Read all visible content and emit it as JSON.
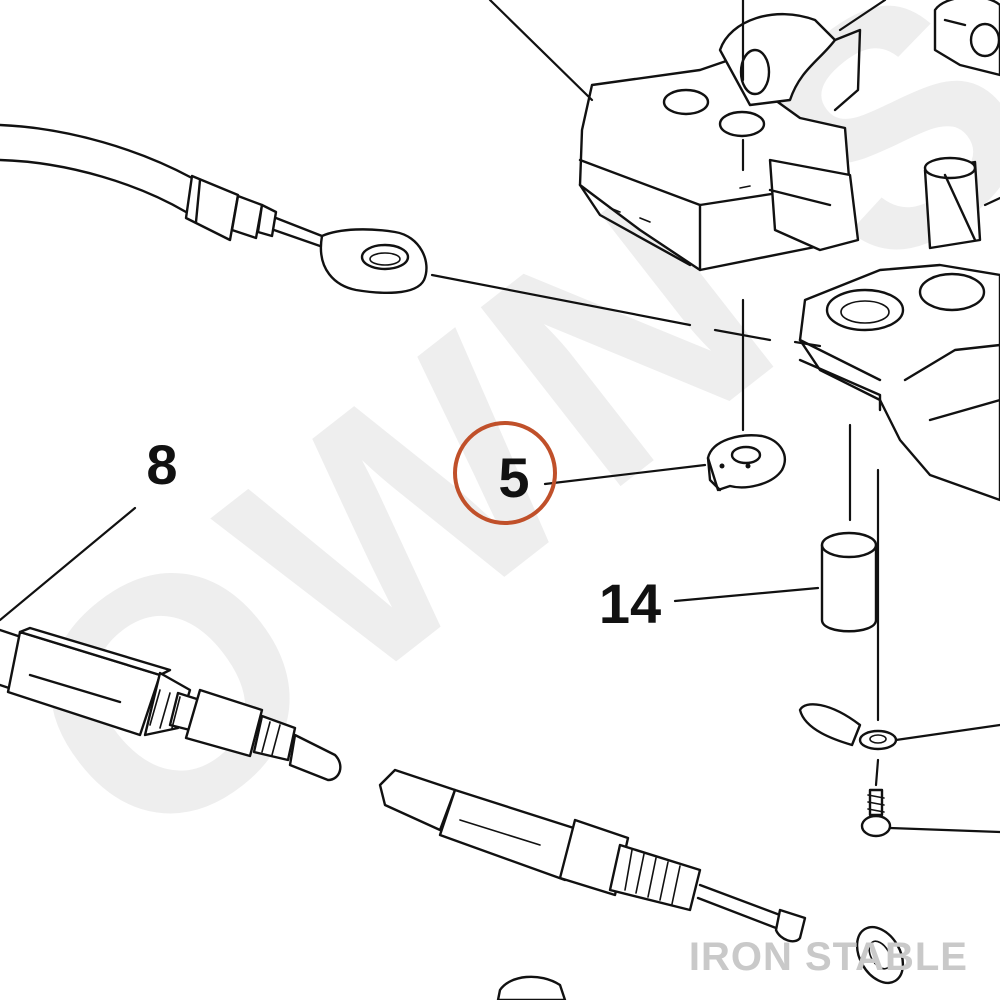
{
  "callouts": {
    "part_8": "8",
    "part_5": "5",
    "part_14": "14"
  },
  "highlight": {
    "target": "part_5",
    "color": "#c0502a"
  },
  "watermark": {
    "text": "OWN STORE",
    "color": "#eeeeee"
  },
  "brand": {
    "text": "IRON STABLE",
    "color": "#c9c9c9"
  },
  "ink_color": "#111111"
}
